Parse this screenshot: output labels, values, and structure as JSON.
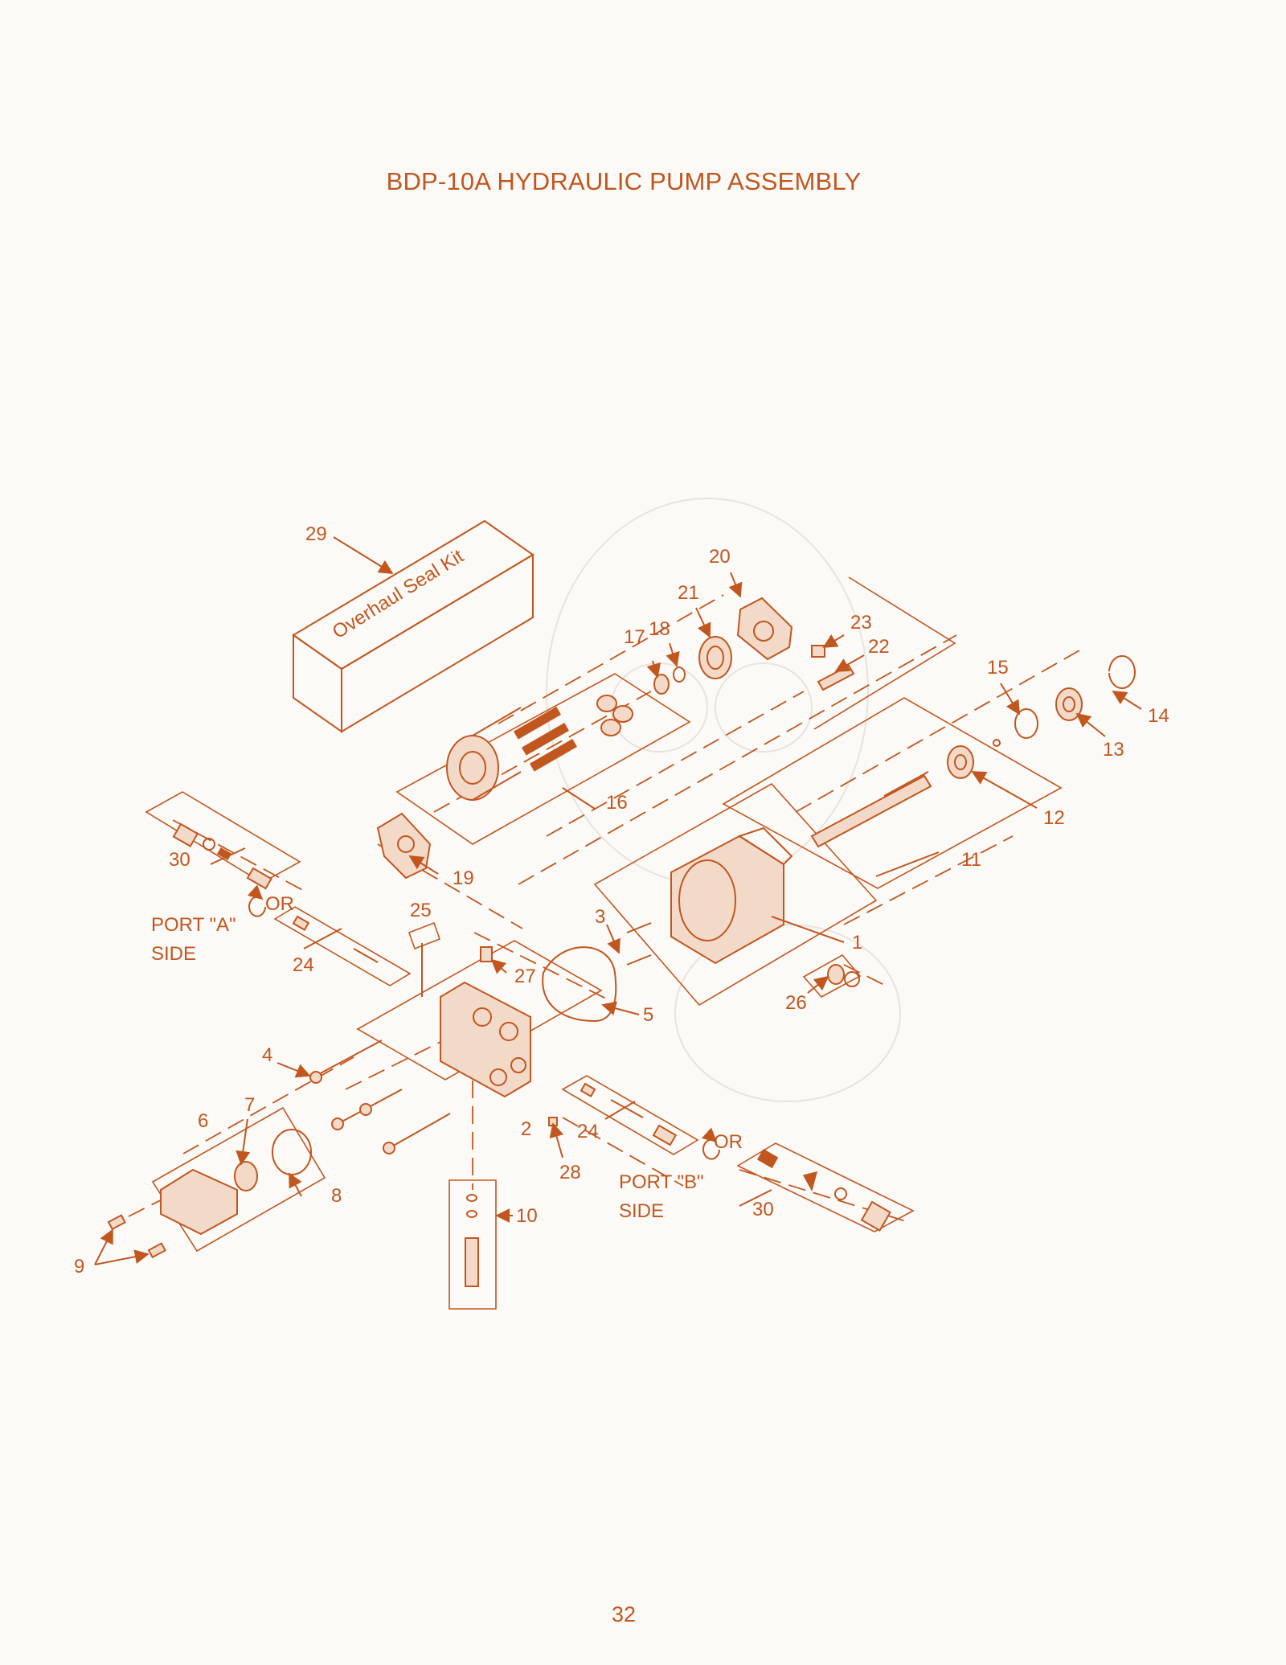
{
  "title": "BDP-10A HYDRAULIC PUMP ASSEMBLY",
  "page_number": "32",
  "kit_label": "Overhaul Seal Kit",
  "port_a": {
    "line1": "PORT \"A\"",
    "line2": "SIDE",
    "or_label": "OR"
  },
  "port_b": {
    "line1": "PORT \"B\"",
    "line2": "SIDE",
    "or_label": "OR"
  },
  "callouts": {
    "p1": "1",
    "p2": "2",
    "p3": "3",
    "p4": "4",
    "p5": "5",
    "p6": "6",
    "p7": "7",
    "p8": "8",
    "p9": "9",
    "p10": "10",
    "p11": "11",
    "p12": "12",
    "p13": "13",
    "p14": "14",
    "p15": "15",
    "p16": "16",
    "p17": "17",
    "p18": "18",
    "p19": "19",
    "p20": "20",
    "p21": "21",
    "p22": "22",
    "p23": "23",
    "p24a": "24",
    "p24b": "24",
    "p25": "25",
    "p26": "26",
    "p27": "27",
    "p28": "28",
    "p29": "29",
    "p30a": "30",
    "p30b": "30"
  },
  "colors": {
    "line": "#c2561f",
    "fill": "#f3d9c7",
    "background": "#fbfaf7"
  }
}
